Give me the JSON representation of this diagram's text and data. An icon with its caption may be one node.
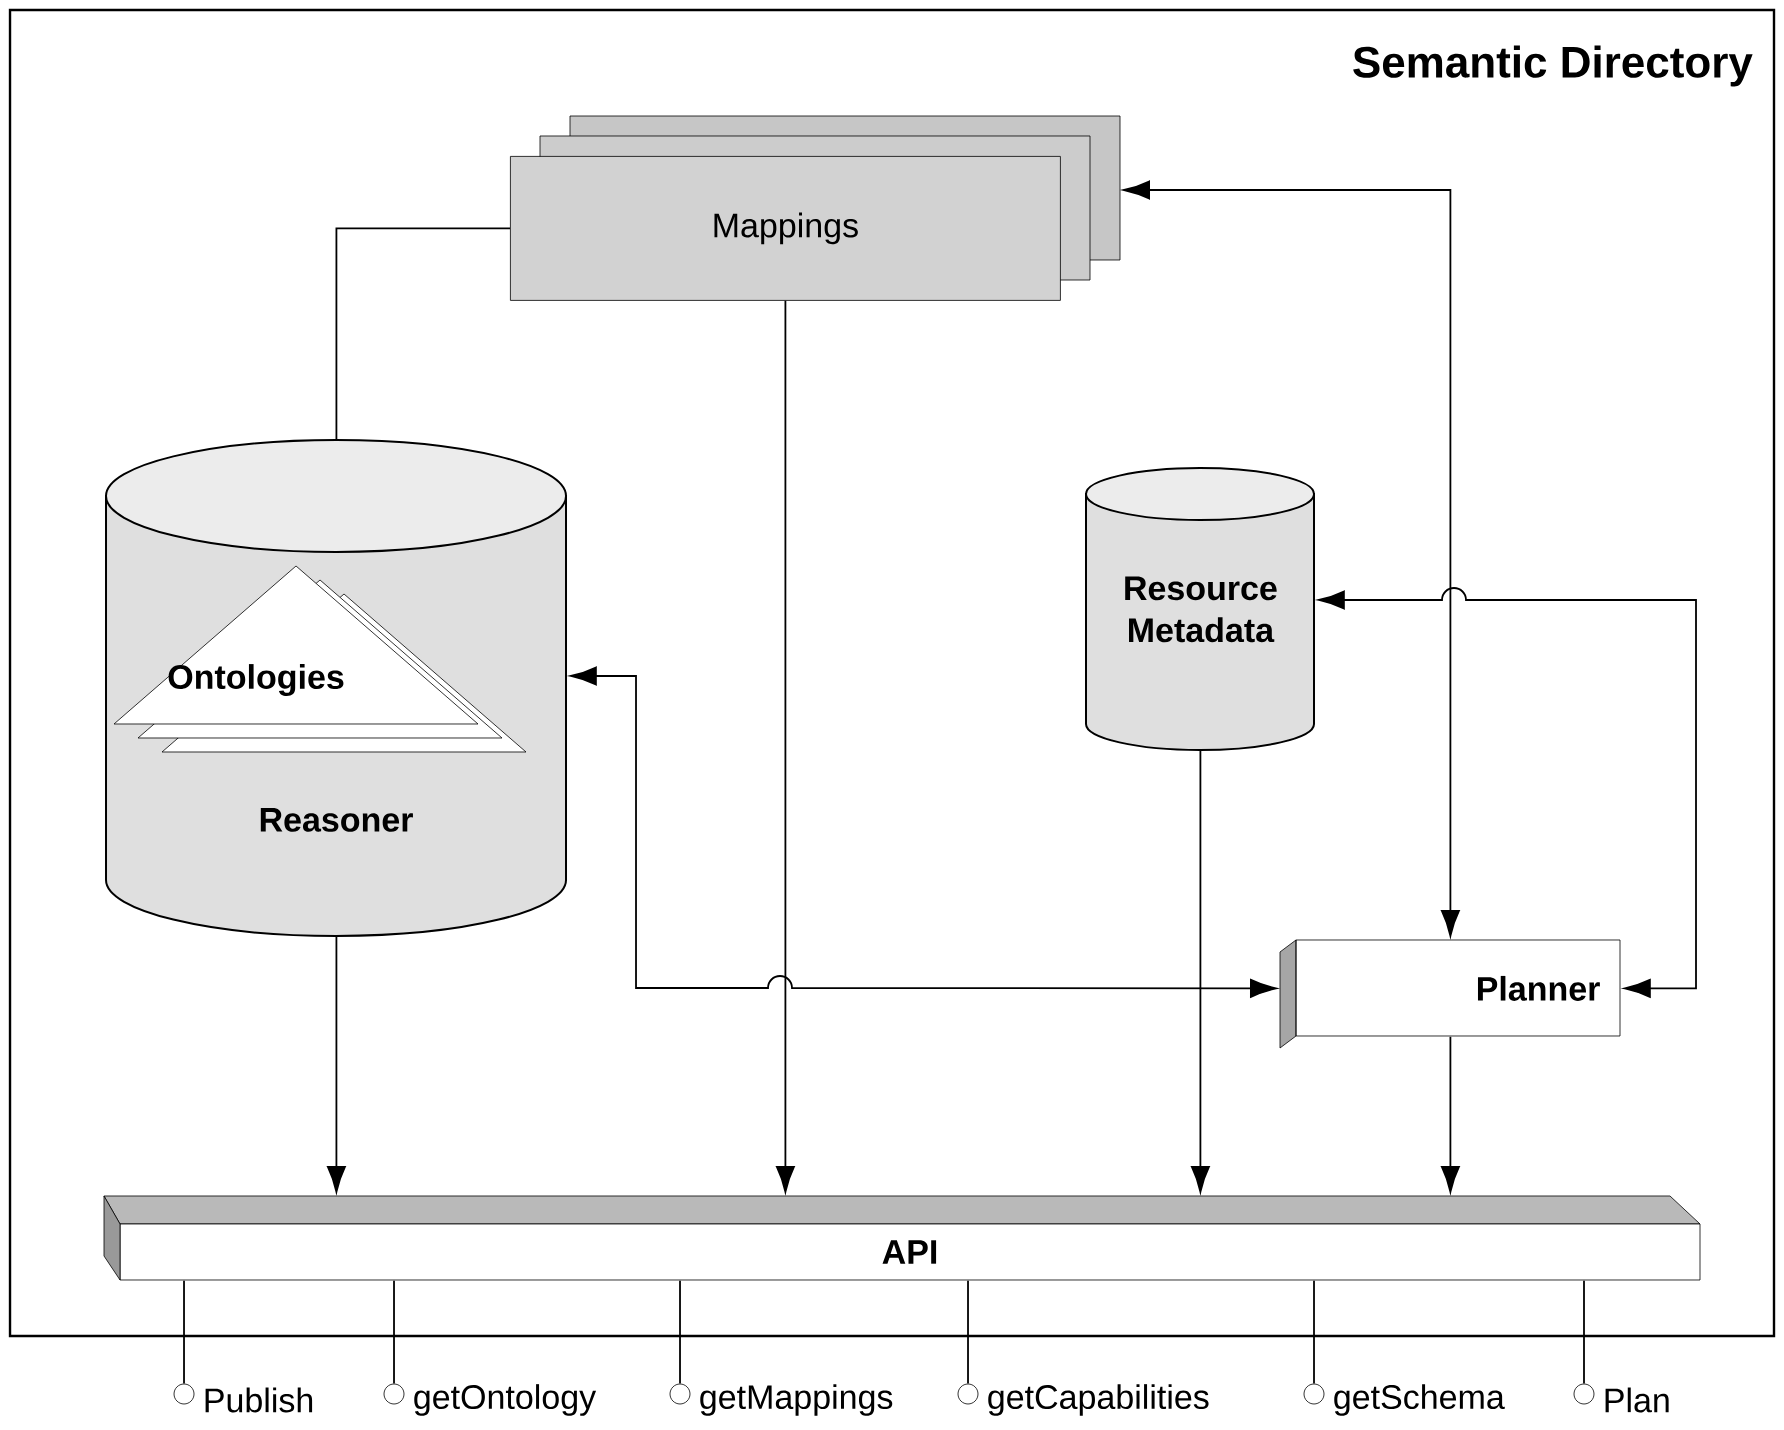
{
  "diagram": {
    "title": "Semantic Directory",
    "nodes": [
      {
        "text": [
          "Mappings"
        ]
      },
      {
        "text": [
          "Reasoner"
        ]
      },
      {
        "text": [
          "Ontologies"
        ],
        "in": 1
      },
      {
        "text": [
          "Resource Metadata"
        ]
      },
      {
        "text": [
          "Planner"
        ]
      },
      {
        "text": [
          "API"
        ]
      },
      {
        "text": [],
        "shape": "circle",
        "beside": [
          "Publish"
        ]
      },
      {
        "text": [],
        "shape": "circle",
        "beside": [
          "getOntology"
        ]
      },
      {
        "text": [],
        "shape": "circle",
        "beside": [
          "getMappings"
        ]
      },
      {
        "text": [],
        "shape": "circle",
        "beside": [
          "getCapabilities"
        ]
      },
      {
        "text": [],
        "shape": "circle",
        "beside": [
          "getSchema"
        ]
      },
      {
        "text": [],
        "shape": "circle",
        "beside": [
          "Plan"
        ]
      }
    ],
    "edges": [
      {
        "from": 0,
        "to": 1,
        "arrow": "none"
      },
      {
        "from": 0,
        "to": 5,
        "arrow": "to"
      },
      {
        "from": 1,
        "to": 5,
        "arrow": "to"
      },
      {
        "from": 3,
        "to": 5,
        "arrow": "to"
      },
      {
        "from": 4,
        "to": 5,
        "arrow": "to"
      },
      {
        "from": 4,
        "to": 0,
        "arrow": "both"
      },
      {
        "from": 4,
        "to": 3,
        "arrow": "both"
      },
      {
        "from": 4,
        "to": 1,
        "arrow": "both"
      },
      {
        "from": 5,
        "to": 6,
        "arrow": "none"
      },
      {
        "from": 5,
        "to": 7,
        "arrow": "none"
      },
      {
        "from": 5,
        "to": 8,
        "arrow": "none"
      },
      {
        "from": 5,
        "to": 9,
        "arrow": "none"
      },
      {
        "from": 5,
        "to": 10,
        "arrow": "none"
      },
      {
        "from": 5,
        "to": 11,
        "arrow": "none"
      }
    ]
  }
}
